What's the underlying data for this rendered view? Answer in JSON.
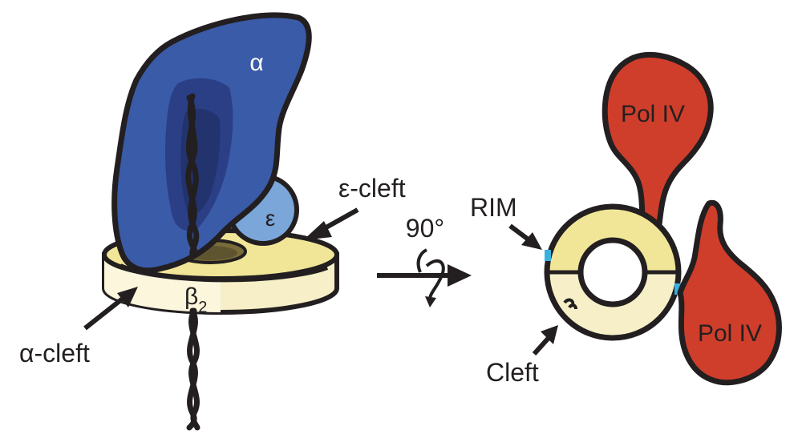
{
  "labels": {
    "alpha": "α",
    "epsilon": "ε",
    "beta": "β",
    "beta_subscript": "2",
    "epsilon_cleft": "ε-cleft",
    "alpha_cleft": "α-cleft",
    "rotation": "90°",
    "rim": "RIM",
    "cleft": "Cleft",
    "pol_iv_top": "Pol IV",
    "pol_iv_bottom": "Pol IV"
  },
  "colors": {
    "alpha_subunit": "#3a5ba8",
    "alpha_inner": "#2a3f85",
    "alpha_core": "#23336d",
    "epsilon_subunit": "#7aa6d9",
    "clamp_yellow": "#f1e697",
    "clamp_light": "#f6efc7",
    "pol_iv": "#cf3e2b",
    "rim_blue": "#3ab0e0",
    "outline": "#231f20"
  }
}
